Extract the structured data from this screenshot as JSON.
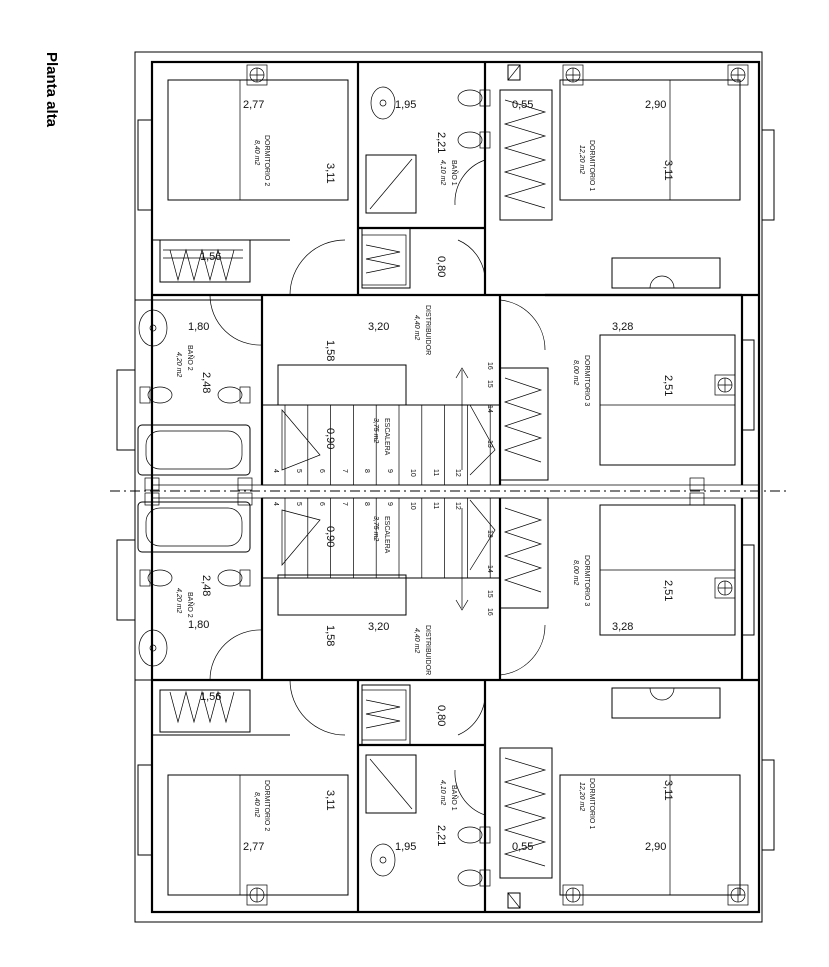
{
  "sheet_title": "Planta alta",
  "rooms": {
    "dormitorio_2_top": {
      "name": "DORMITORIO 2",
      "area": "8,40 m2",
      "dim_a": "2,77",
      "dim_b": "3,11",
      "closet": "1,56"
    },
    "bano_1_top": {
      "name": "BAÑO 1",
      "area": "4,10 m2",
      "dim_a": "1,95",
      "dim_b": "2,21"
    },
    "dormitorio_1_top": {
      "name": "DORMITORIO 1",
      "area": "12,20 m2",
      "dim_a": "2,90",
      "dim_b": "3,11",
      "closet": "0,55"
    },
    "stair_gap_top": {
      "dim": "0,80"
    },
    "distribuidor_top": {
      "name": "DISTRIBUIDOR",
      "area": "4,40 m2",
      "dim_a": "3,20",
      "dim_b": "1,58"
    },
    "bano_2_top": {
      "name": "BAÑO 2",
      "area": "4,20 m2",
      "dim_a": "1,80",
      "dim_b": "2,48"
    },
    "dormitorio_3_top": {
      "name": "DORMITORIO 3",
      "area": "8,00 m2",
      "dim_a": "3,28",
      "dim_b": "2,51"
    },
    "escalera_top": {
      "name": "ESCALERA",
      "area": "3,75 m2",
      "dim": "0,90"
    },
    "escalera_bottom": {
      "name": "ESCALERA",
      "area": "3,75 m2",
      "dim": "0,90"
    },
    "dormitorio_3_bottom": {
      "name": "DORMITORIO 3",
      "area": "8,00 m2",
      "dim_a": "3,28",
      "dim_b": "2,51"
    },
    "bano_2_bottom": {
      "name": "BAÑO 2",
      "area": "4,20 m2",
      "dim_a": "1,80",
      "dim_b": "2,48"
    },
    "distribuidor_bottom": {
      "name": "DISTRIBUIDOR",
      "area": "4,40 m2",
      "dim_a": "3,20",
      "dim_b": "1,58"
    },
    "stair_gap_bottom": {
      "dim": "0,80"
    },
    "dormitorio_2_bottom": {
      "name": "DORMITORIO 2",
      "area": "8,40 m2",
      "dim_a": "2,77",
      "dim_b": "3,11",
      "closet": "1,56"
    },
    "bano_1_bottom": {
      "name": "BAÑO 1",
      "area": "4,10 m2",
      "dim_a": "1,95",
      "dim_b": "2,21"
    },
    "dormitorio_1_bottom": {
      "name": "DORMITORIO 1",
      "area": "12,20 m2",
      "dim_a": "2,90",
      "dim_b": "3,11",
      "closet": "0,55"
    }
  },
  "stair_steps_top": [
    "4",
    "5",
    "6",
    "7",
    "8",
    "9",
    "10",
    "11",
    "12",
    "13",
    "14",
    "15",
    "16"
  ],
  "stair_steps_bottom": [
    "4",
    "5",
    "6",
    "7",
    "8",
    "9",
    "10",
    "11",
    "12",
    "13",
    "14",
    "15",
    "16"
  ]
}
